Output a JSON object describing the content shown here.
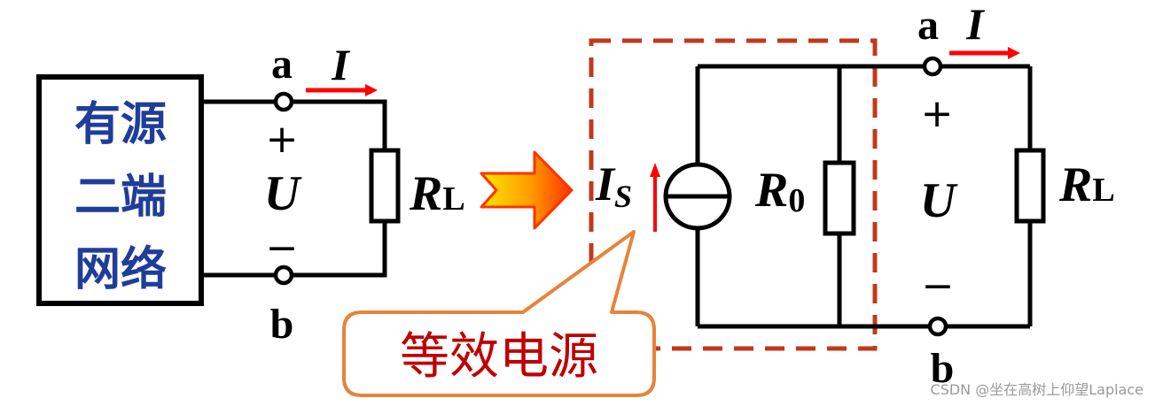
{
  "left_circuit": {
    "box_lines": [
      "有源",
      "二端",
      "网络"
    ],
    "terminal_a": "a",
    "terminal_b": "b",
    "current": "I",
    "plus": "+",
    "voltage": "U",
    "minus": "−",
    "load_main": "R",
    "load_sub": "L"
  },
  "right_circuit": {
    "terminal_a": "a",
    "terminal_b": "b",
    "current": "I",
    "source_main": "I",
    "source_sub": "S",
    "r0_main": "R",
    "r0_sub": "0",
    "plus": "+",
    "voltage": "U",
    "minus": "−",
    "load_main": "R",
    "load_sub": "L"
  },
  "callout": {
    "label": "等效电源"
  },
  "watermark": "CSDN @坐在高树上仰望Laplace",
  "colors": {
    "box_text": "#1f3d99",
    "dashed": "#c0391b",
    "callout_border": "#e8833a",
    "callout_text": "#c00000",
    "arrow_red": "#ff0000",
    "big_arrow_outer": "#ff3300",
    "big_arrow_inner": "#ffd200"
  }
}
